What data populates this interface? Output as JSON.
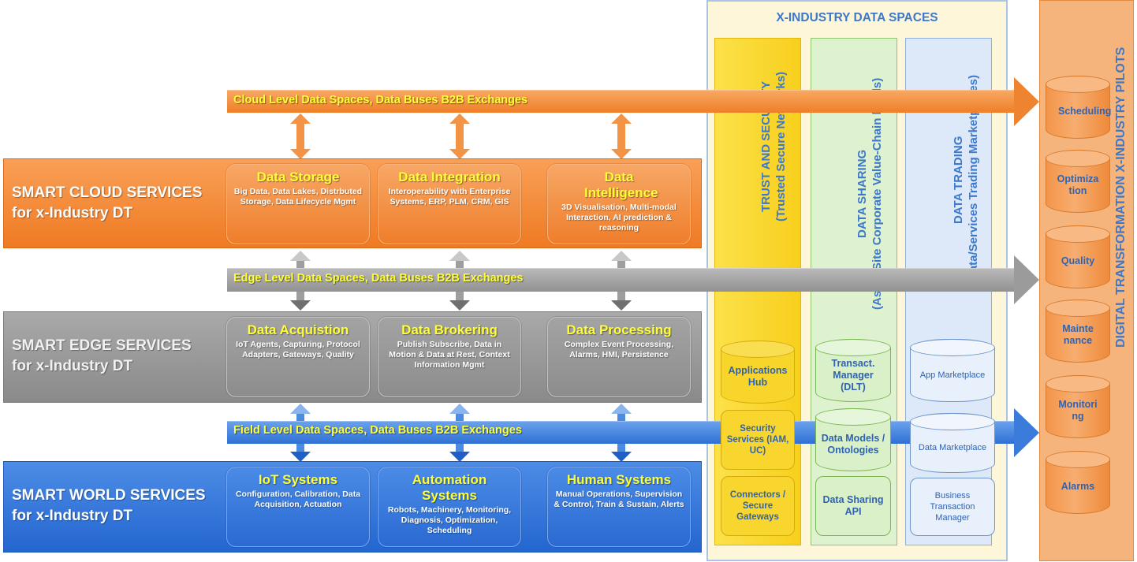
{
  "buses": {
    "cloud": "Cloud Level Data Spaces, Data Buses B2B Exchanges",
    "edge": "Edge Level Data Spaces, Data Buses B2B Exchanges",
    "field": "Field Level Data Spaces, Data Buses B2B Exchanges"
  },
  "cloud": {
    "title1": "SMART CLOUD SERVICES",
    "title2": "for x-Industry DT",
    "boxes": [
      {
        "title": "Data Storage",
        "desc": "Big Data, Data Lakes, Distrbuted Storage, Data Lifecycle Mgmt"
      },
      {
        "title": "Data Integration",
        "desc": "Interoperability with Enterprise Systems, ERP, PLM, CRM, GIS"
      },
      {
        "title": "Data Intelligence",
        "desc": "3D Visualisation, Multi-modal Interaction, AI prediction & reasoning"
      }
    ]
  },
  "edge": {
    "title1": "SMART EDGE SERVICES",
    "title2": "for x-Industry DT",
    "boxes": [
      {
        "title": "Data Acquistion",
        "desc": "IoT Agents, Capturing, Protocol Adapters, Gateways, Quality"
      },
      {
        "title": "Data Brokering",
        "desc": "Publish Subscribe, Data in Motion & Data at Rest, Context Information Mgmt"
      },
      {
        "title": "Data Processing",
        "desc": "Complex Event Processing, Alarms, HMI, Persistence"
      }
    ]
  },
  "world": {
    "title1": "SMART WORLD SERVICES",
    "title2": "for x-Industry DT",
    "boxes": [
      {
        "title": "IoT Systems",
        "desc": "Configuration, Calibration, Data Acquisition, Actuation"
      },
      {
        "title": "Automation Systems",
        "desc": "Robots, Machinery, Monitoring, Diagnosis, Optimization, Scheduling"
      },
      {
        "title": "Human Systems",
        "desc": "Manual Operations, Supervision & Control, Train & Sustain, Alerts"
      }
    ]
  },
  "dataspaces": {
    "title": "X-INDUSTRY DATA SPACES",
    "trust": {
      "title": "TRUST AND SECURITY",
      "subtitle": "(Trusted Secure Networks)",
      "items": [
        "Applications Hub",
        "Security Services (IAM, UC)",
        "Connectors / Secure Gateways"
      ]
    },
    "sharing": {
      "title": "DATA SHARING",
      "subtitle": "(Asset Site Corporate Value-Chain levels)",
      "items": [
        "Transact. Manager (DLT)",
        "Data Models / Ontologies",
        "Data Sharing API"
      ]
    },
    "trading": {
      "title": "DATA TRADING",
      "subtitle": "(Data/Services Trading Marketplaces)",
      "items": [
        "App Marketplace",
        "Data Marketplace",
        "Business Transaction Manager"
      ]
    }
  },
  "pilots": {
    "title": "DIGITAL TRANSFORMATION X-INDUSTRY PILOTS",
    "items": [
      "Scheduling",
      "Optimization",
      "Quality",
      "Maintenance",
      "Monitoring",
      "Alarms"
    ]
  },
  "colors": {
    "orange": "#ef7a23",
    "gray": "#8a8a8a",
    "blue": "#2366cf",
    "yellow_text": "#ffff33",
    "panel_text": "#3d78c9"
  }
}
